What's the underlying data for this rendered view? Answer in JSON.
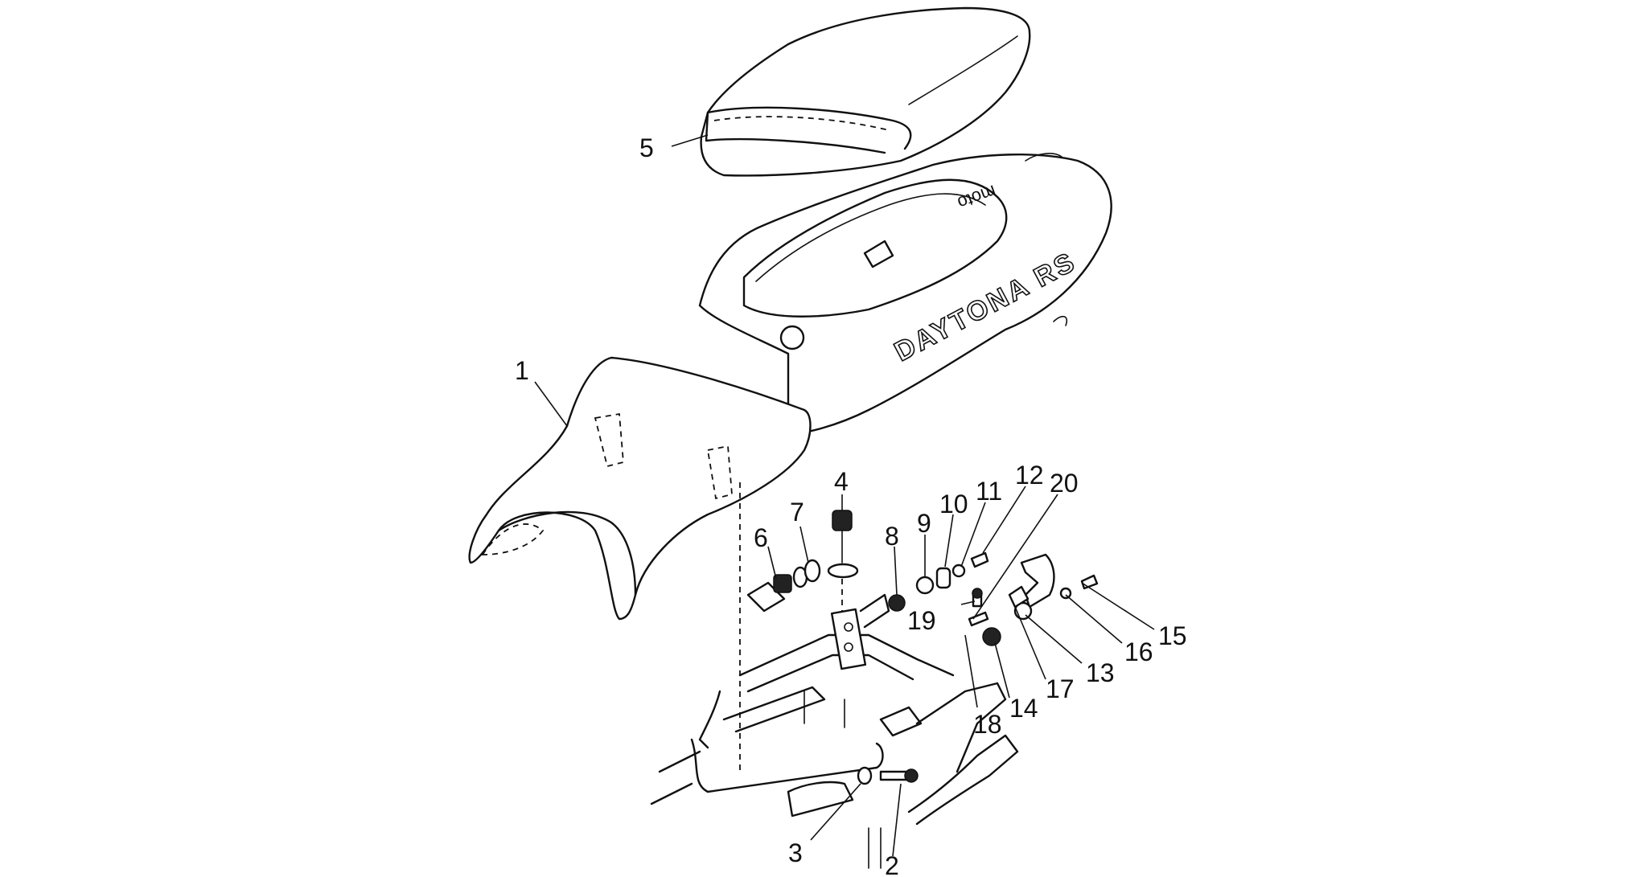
{
  "diagram": {
    "logo_text": "DAYTONA RS",
    "brand_text": "moto",
    "callouts": [
      {
        "id": "1",
        "text": "1"
      },
      {
        "id": "2",
        "text": "2"
      },
      {
        "id": "3",
        "text": "3"
      },
      {
        "id": "4",
        "text": "4"
      },
      {
        "id": "5",
        "text": "5"
      },
      {
        "id": "6",
        "text": "6"
      },
      {
        "id": "7",
        "text": "7"
      },
      {
        "id": "8",
        "text": "8"
      },
      {
        "id": "9",
        "text": "9"
      },
      {
        "id": "10",
        "text": "10"
      },
      {
        "id": "11",
        "text": "11"
      },
      {
        "id": "12",
        "text": "12"
      },
      {
        "id": "13",
        "text": "13"
      },
      {
        "id": "14",
        "text": "14"
      },
      {
        "id": "15",
        "text": "15"
      },
      {
        "id": "16",
        "text": "16"
      },
      {
        "id": "17",
        "text": "17"
      },
      {
        "id": "18",
        "text": "18"
      },
      {
        "id": "19",
        "text": "19"
      },
      {
        "id": "20",
        "text": "20"
      }
    ]
  }
}
